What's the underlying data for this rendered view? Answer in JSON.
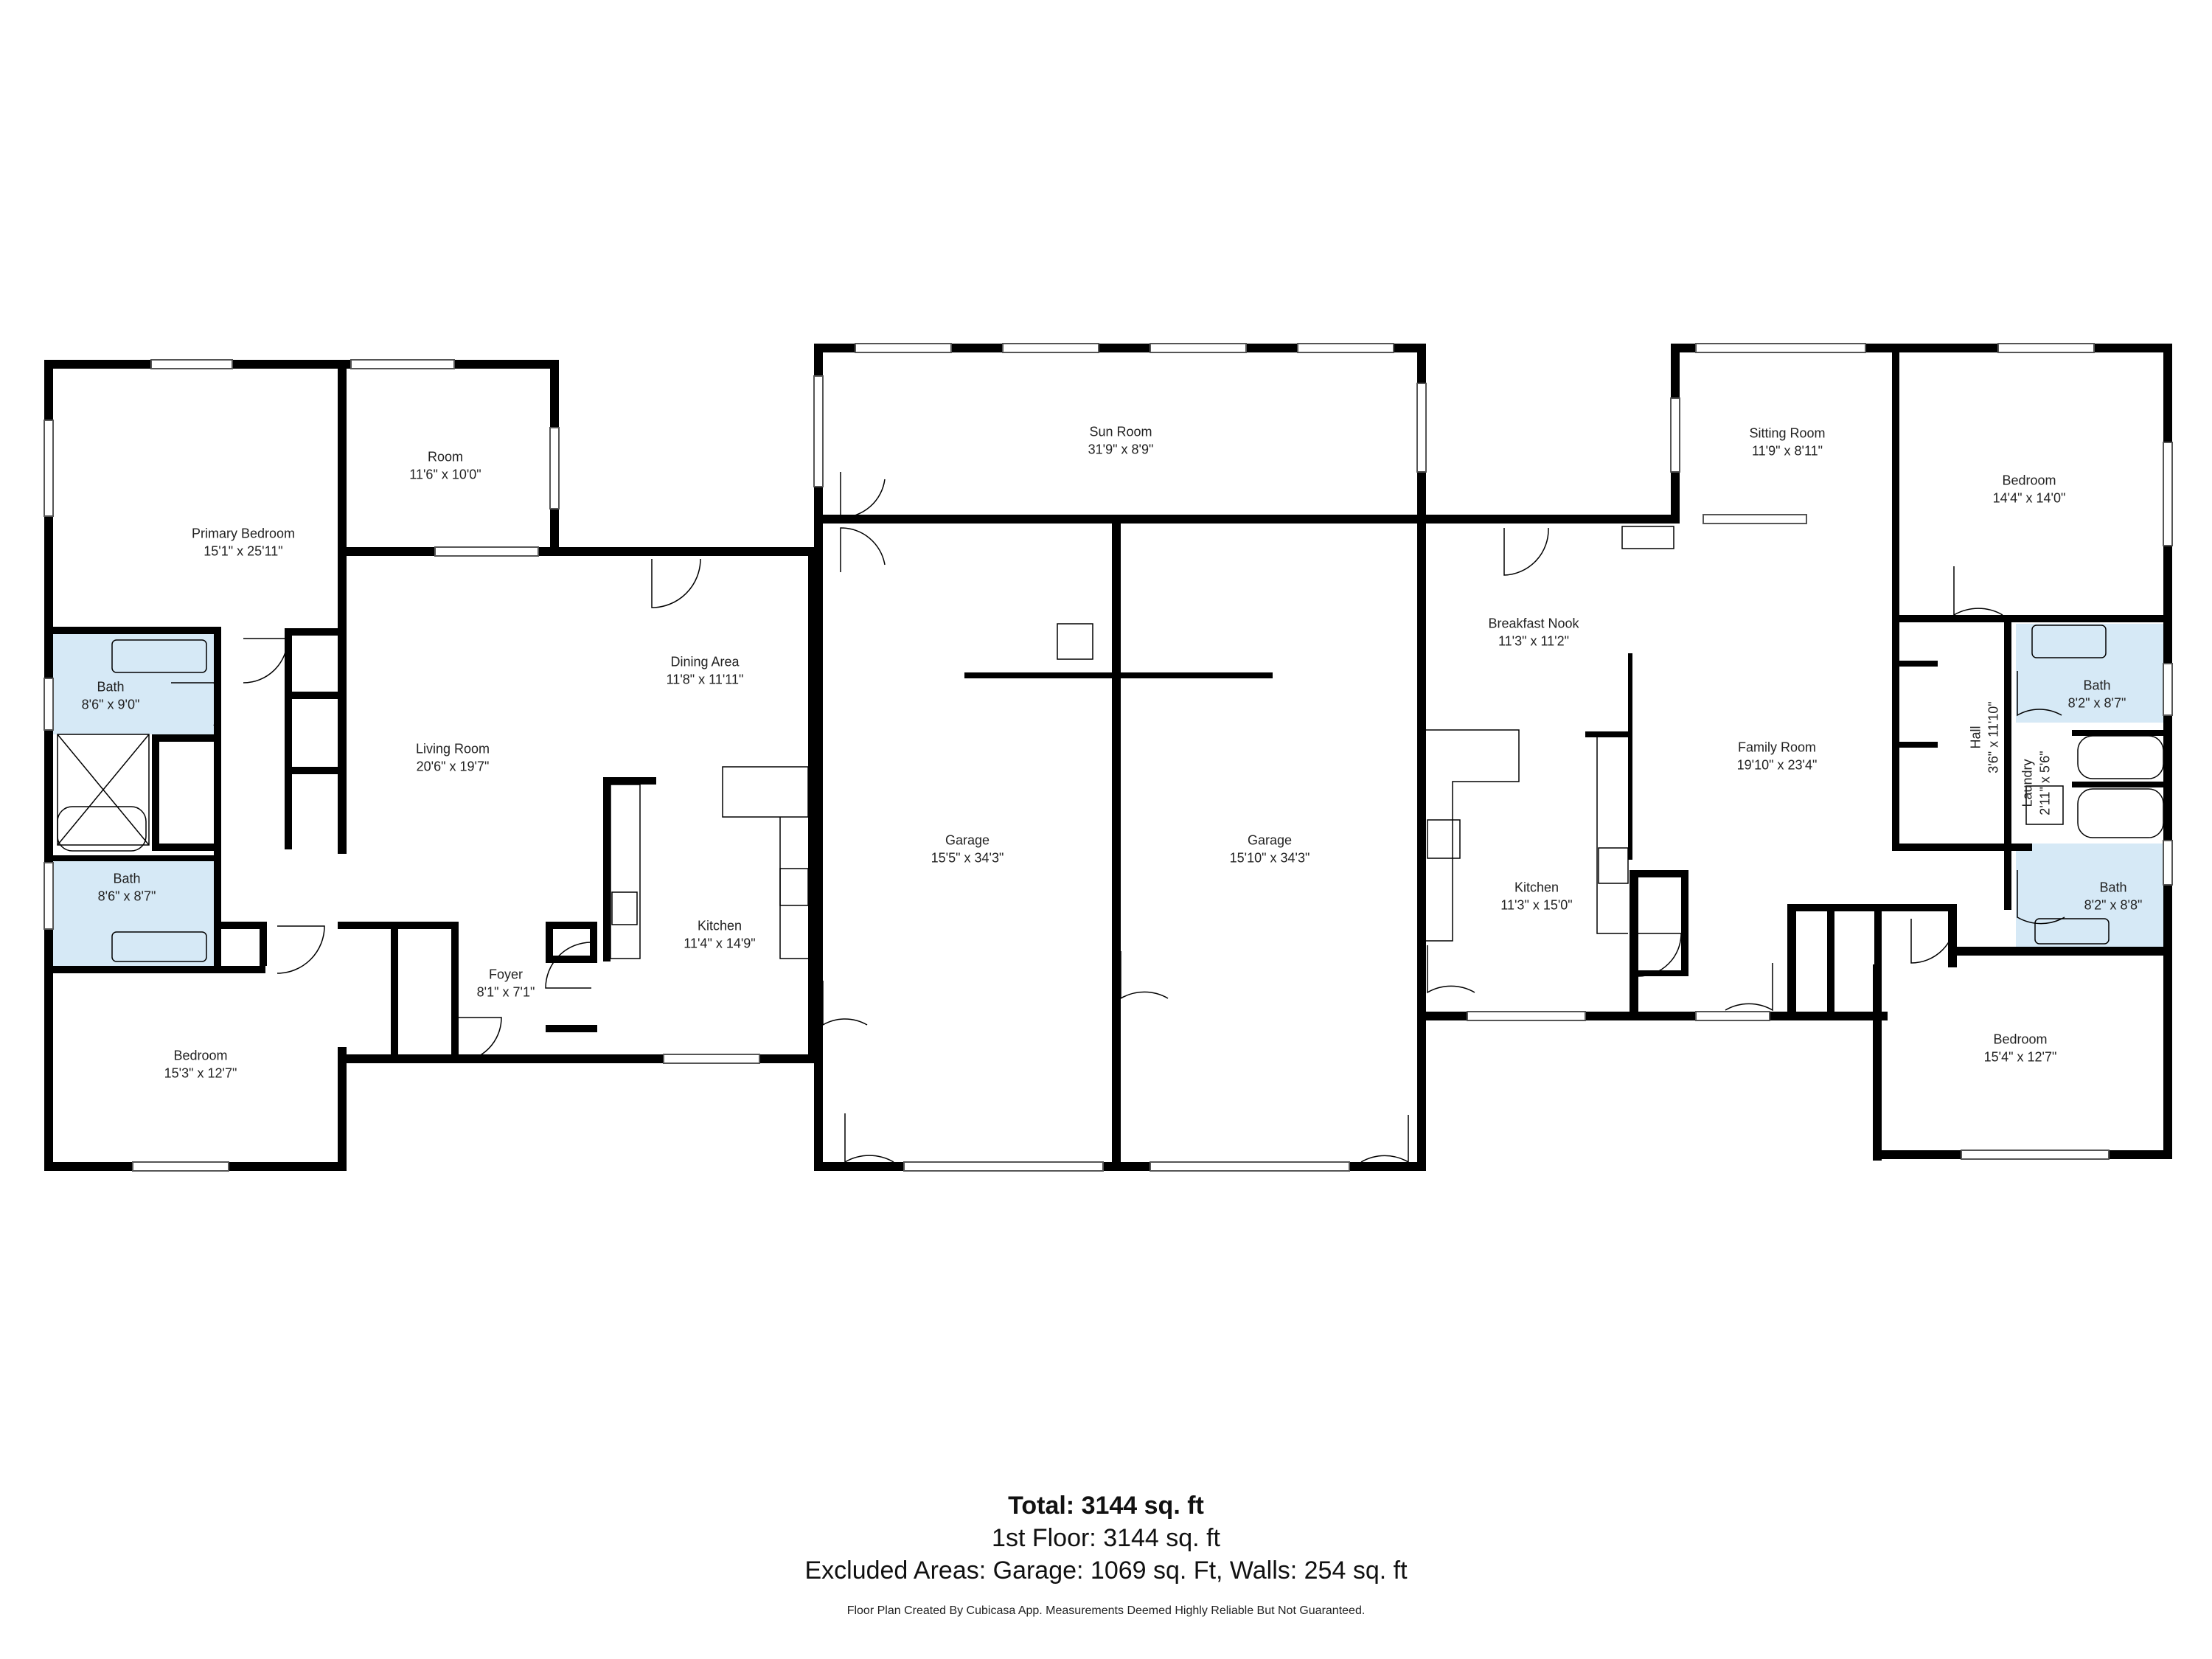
{
  "rooms": {
    "primary_bedroom": {
      "name": "Primary Bedroom",
      "dims": "15'1\" x 25'11\""
    },
    "room": {
      "name": "Room",
      "dims": "11'6\" x 10'0\""
    },
    "bath_1": {
      "name": "Bath",
      "dims": "8'6\" x 9'0\""
    },
    "bath_2": {
      "name": "Bath",
      "dims": "8'6\" x 8'7\""
    },
    "living_room": {
      "name": "Living Room",
      "dims": "20'6\" x 19'7\""
    },
    "dining_area": {
      "name": "Dining Area",
      "dims": "11'8\" x 11'11\""
    },
    "kitchen_1": {
      "name": "Kitchen",
      "dims": "11'4\" x 14'9\""
    },
    "foyer": {
      "name": "Foyer",
      "dims": "8'1\" x 7'1\""
    },
    "bedroom_sw": {
      "name": "Bedroom",
      "dims": "15'3\" x 12'7\""
    },
    "sun_room": {
      "name": "Sun Room",
      "dims": "31'9\" x 8'9\""
    },
    "garage_1": {
      "name": "Garage",
      "dims": "15'5\" x 34'3\""
    },
    "garage_2": {
      "name": "Garage",
      "dims": "15'10\" x 34'3\""
    },
    "sitting_room": {
      "name": "Sitting Room",
      "dims": "11'9\" x 8'11\""
    },
    "bedroom_ne": {
      "name": "Bedroom",
      "dims": "14'4\" x 14'0\""
    },
    "breakfast_nook": {
      "name": "Breakfast Nook",
      "dims": "11'3\" x 11'2\""
    },
    "family_room": {
      "name": "Family Room",
      "dims": "19'10\" x 23'4\""
    },
    "kitchen_2": {
      "name": "Kitchen",
      "dims": "11'3\" x 15'0\""
    },
    "hall": {
      "name": "Hall",
      "dims": "3'6\" x 11'10\""
    },
    "laundry": {
      "name": "Laundry",
      "dims": "2'11\" x 5'6\""
    },
    "bath_3": {
      "name": "Bath",
      "dims": "8'2\" x 8'7\""
    },
    "bath_4": {
      "name": "Bath",
      "dims": "8'2\" x 8'8\""
    },
    "bedroom_se": {
      "name": "Bedroom",
      "dims": "15'4\" x 12'7\""
    }
  },
  "summary": {
    "total": "Total: 3144 sq. ft",
    "floor": "1st Floor: 3144 sq. ft",
    "excluded": "Excluded Areas: Garage: 1069 sq. Ft, Walls: 254 sq. ft",
    "disclaimer": "Floor Plan Created By Cubicasa App. Measurements Deemed Highly Reliable But Not Guaranteed."
  },
  "colors": {
    "wall": "#000000",
    "bath_fill": "#d6e9f6",
    "background": "#ffffff"
  }
}
